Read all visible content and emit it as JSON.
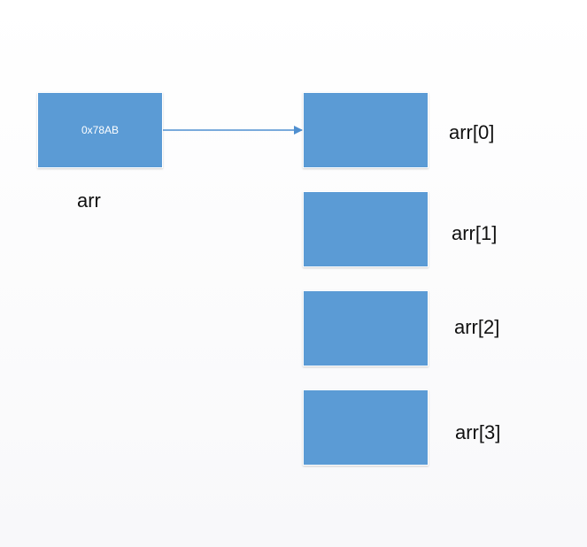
{
  "pointer": {
    "value": "0x78AB",
    "name": "arr"
  },
  "elements": [
    {
      "label": "arr[0]"
    },
    {
      "label": "arr[1]"
    },
    {
      "label": "arr[2]"
    },
    {
      "label": "arr[3]"
    }
  ],
  "colors": {
    "box_fill": "#5b9bd5",
    "arrow": "#4f8fd0",
    "text": "#111111"
  }
}
